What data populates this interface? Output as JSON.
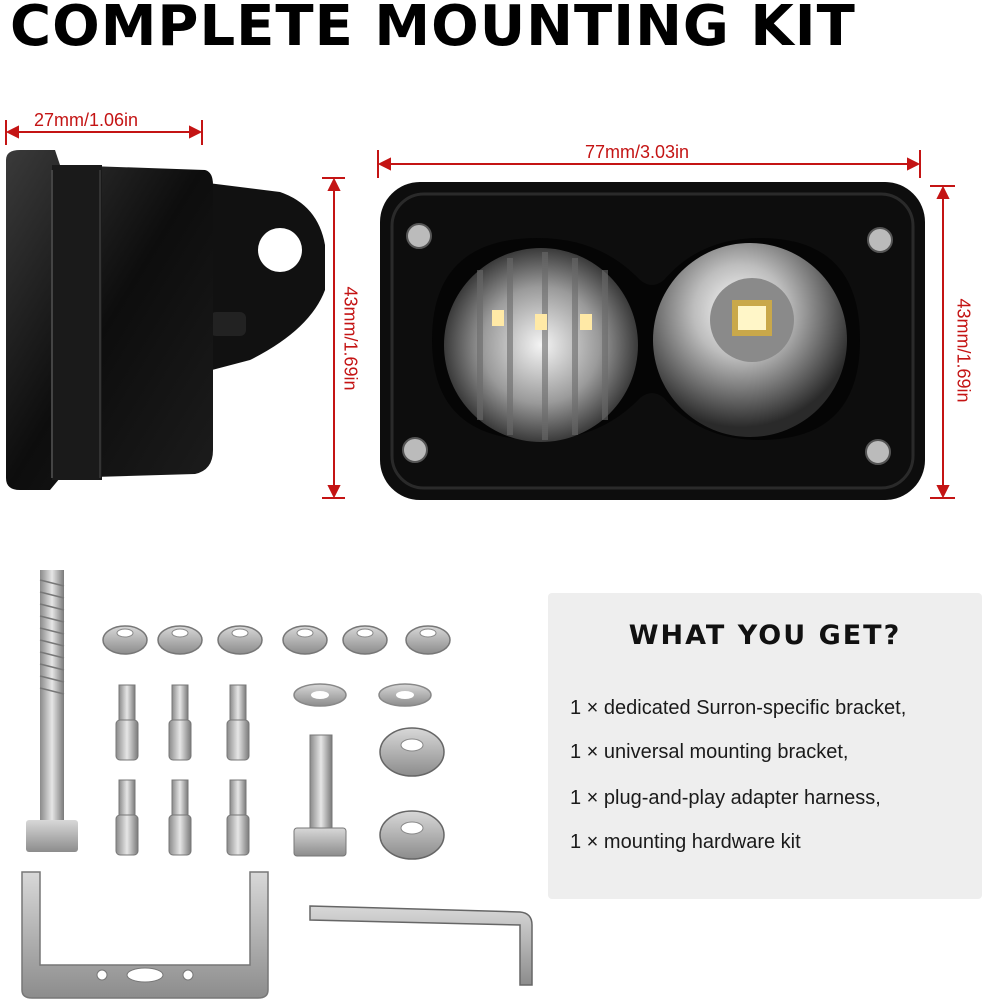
{
  "title": "COMPLETE MOUNTING KIT",
  "dimensions": {
    "side_width": "27mm/1.06in",
    "front_width": "77mm/3.03in",
    "side_height": "43mm/1.69in",
    "front_height": "43mm/1.69in"
  },
  "kit": {
    "heading": "WHAT YOU GET?",
    "items": [
      "1 × dedicated Surron-specific bracket,",
      "1 × universal mounting bracket,",
      "1 × plug-and-play adapter harness,",
      "1 × mounting hardware  kit"
    ]
  },
  "colors": {
    "dimension_red": "#c41414",
    "panel_bg": "#eeeeee",
    "housing_black": "#0d0d0d"
  }
}
